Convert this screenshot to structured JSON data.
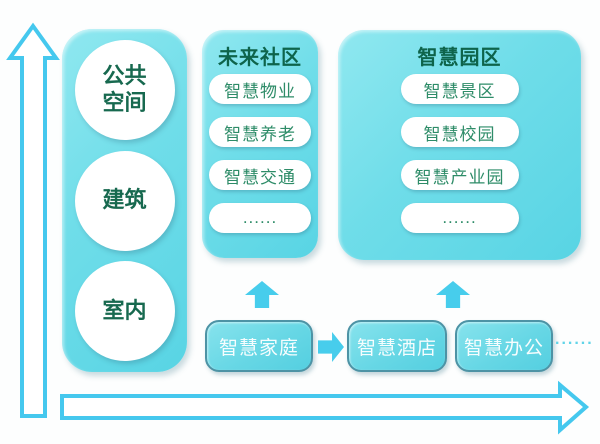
{
  "palette": {
    "panel_cyan": "#6fdde9",
    "arrow_cyan": "#47cdec",
    "outline_arrow_stroke": "#45c8ee",
    "title_green": "#0e644b",
    "pill_text_green": "#2e8c68",
    "circle_text_green": "#17694f",
    "box_border_teal": "#4d93a5",
    "box_text_white": "#f6fdfe"
  },
  "left_axis": {
    "items": [
      {
        "label": "公共\n空间"
      },
      {
        "label": "建筑"
      },
      {
        "label": "室内"
      }
    ]
  },
  "columns": [
    {
      "title": "未来社区",
      "items": [
        "智慧物业",
        "智慧养老",
        "智慧交通",
        "......"
      ]
    },
    {
      "title": "智慧园区",
      "items": [
        "智慧景区",
        "智慧校园",
        "智慧产业园",
        "......"
      ]
    }
  ],
  "bottom_row": {
    "boxes": [
      "智慧家庭",
      "智慧酒店",
      "智慧办公"
    ],
    "ellipsis": "......"
  }
}
